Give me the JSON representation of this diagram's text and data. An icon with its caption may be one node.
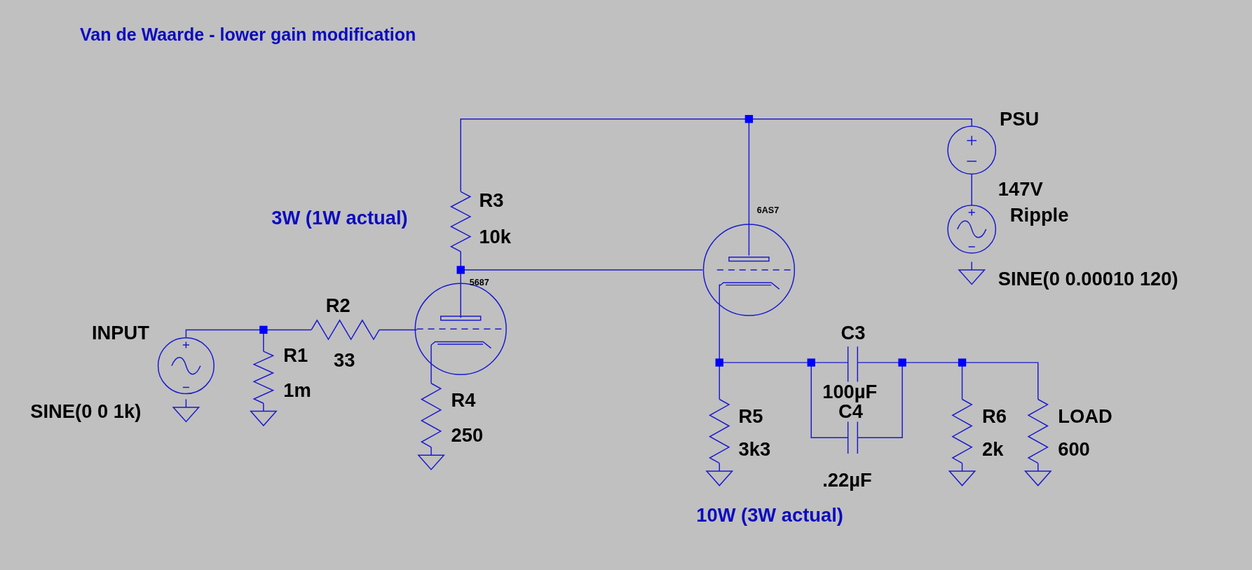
{
  "diagram": {
    "title": "Van de Waarde - lower gain modification",
    "labels": [
      "PSU",
      "R3",
      "6AS7",
      "3W (1W actual)",
      "147V",
      "Ripple",
      "10k",
      "5687",
      "SINE(0 0.00010 120)",
      "R2",
      "INPUT",
      "C3",
      "R1",
      "33",
      "100µF",
      "C4",
      "R4",
      "R5",
      "R6",
      "LOAD",
      "SINE(0 0 1k)",
      "1m",
      "250",
      "3k3",
      "2k",
      "600",
      ".22µF",
      "10W (3W actual)"
    ]
  }
}
